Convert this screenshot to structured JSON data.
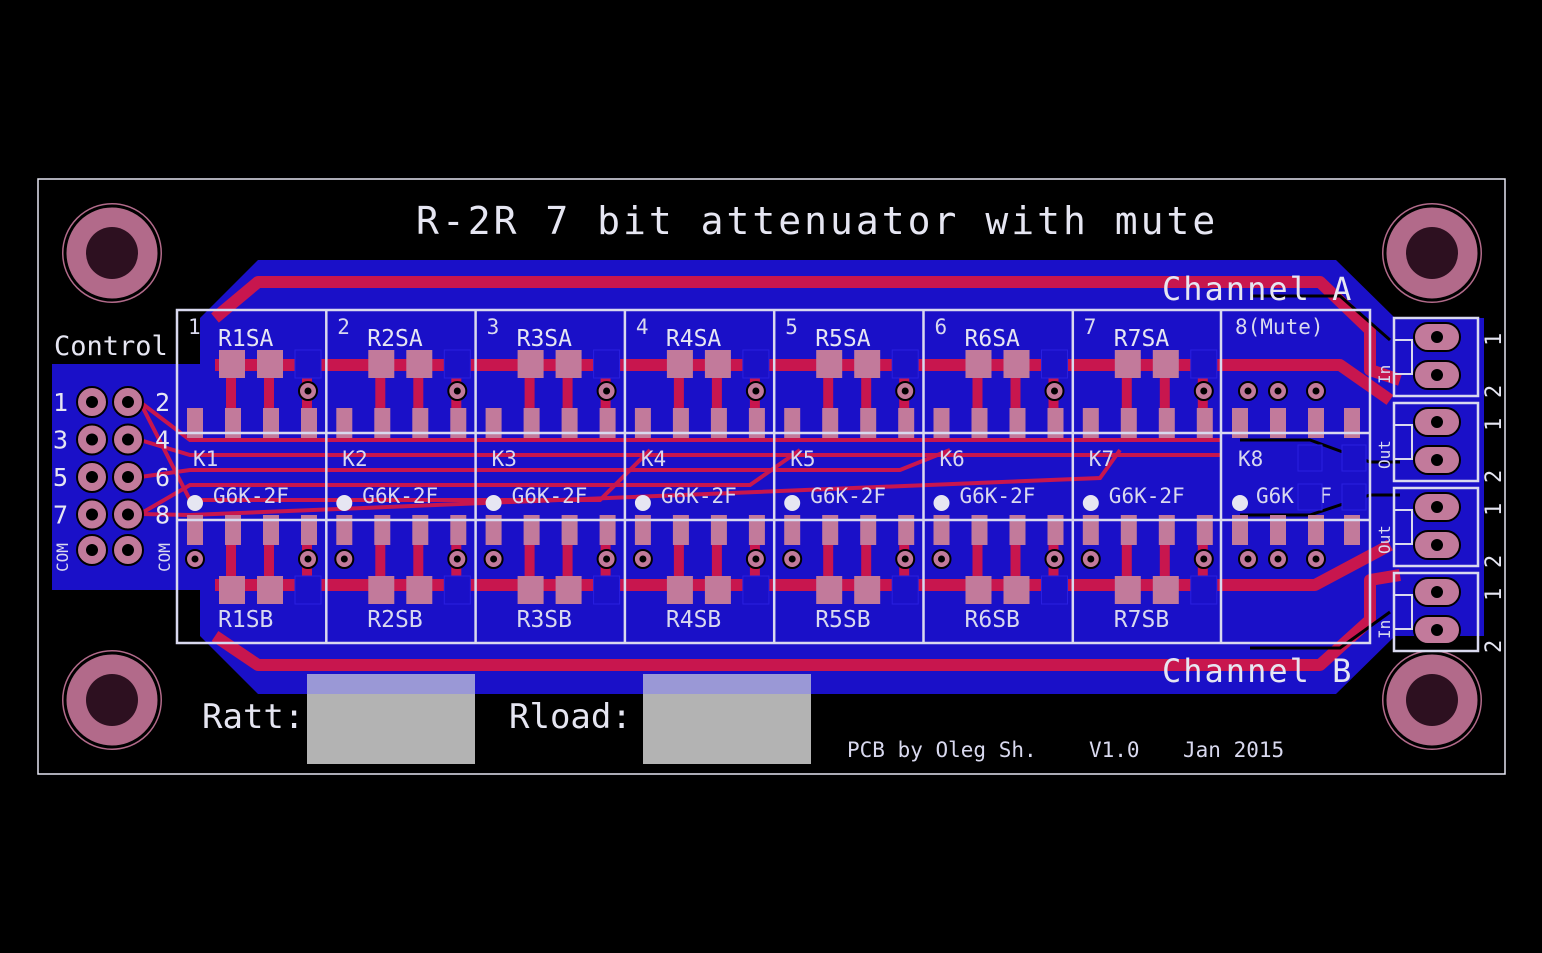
{
  "board": {
    "title": "R-2R 7 bit attenuator with mute",
    "credit": "PCB by Oleg Sh.",
    "version": "V1.0",
    "date": "Jan 2015",
    "channel_a": "Channel A",
    "channel_b": "Channel B",
    "control_label": "Control",
    "ratt_label": "Ratt:",
    "rload_label": "Rload:"
  },
  "colors": {
    "background": "#000000",
    "bottom_copper": "#1a10c8",
    "top_copper": "#c8164e",
    "pad": "#c27a9b",
    "silkscreen": "#d9d9ef",
    "mount_hole": "#b26a8a",
    "fill_box": "#b3b3b3"
  },
  "stages": [
    {
      "num": "1",
      "ra": "R1SA",
      "rb": "R1SB",
      "relay": "K1",
      "part": "G6K-2F"
    },
    {
      "num": "2",
      "ra": "R2SA",
      "rb": "R2SB",
      "relay": "K2",
      "part": "G6K-2F"
    },
    {
      "num": "3",
      "ra": "R3SA",
      "rb": "R3SB",
      "relay": "K3",
      "part": "G6K-2F"
    },
    {
      "num": "4",
      "ra": "R4SA",
      "rb": "R4SB",
      "relay": "K4",
      "part": "G6K-2F"
    },
    {
      "num": "5",
      "ra": "R5SA",
      "rb": "R5SB",
      "relay": "K5",
      "part": "G6K-2F"
    },
    {
      "num": "6",
      "ra": "R6SA",
      "rb": "R6SB",
      "relay": "K6",
      "part": "G6K-2F"
    },
    {
      "num": "7",
      "ra": "R7SA",
      "rb": "R7SB",
      "relay": "K7",
      "part": "G6K-2F"
    }
  ],
  "mute_stage": {
    "num": "8(Mute)",
    "relay": "K8",
    "part": "G6K-2F"
  },
  "control_header": {
    "left_pins": [
      "1",
      "3",
      "5",
      "7"
    ],
    "right_pins": [
      "2",
      "4",
      "6",
      "8"
    ],
    "com": "COM"
  },
  "connectors": [
    {
      "label": "In",
      "pin_top": "1",
      "pin_bottom": "2"
    },
    {
      "label": "Out",
      "pin_top": "1",
      "pin_bottom": "2"
    },
    {
      "label": "Out",
      "pin_top": "1",
      "pin_bottom": "2"
    },
    {
      "label": "In",
      "pin_top": "1",
      "pin_bottom": "2"
    }
  ]
}
